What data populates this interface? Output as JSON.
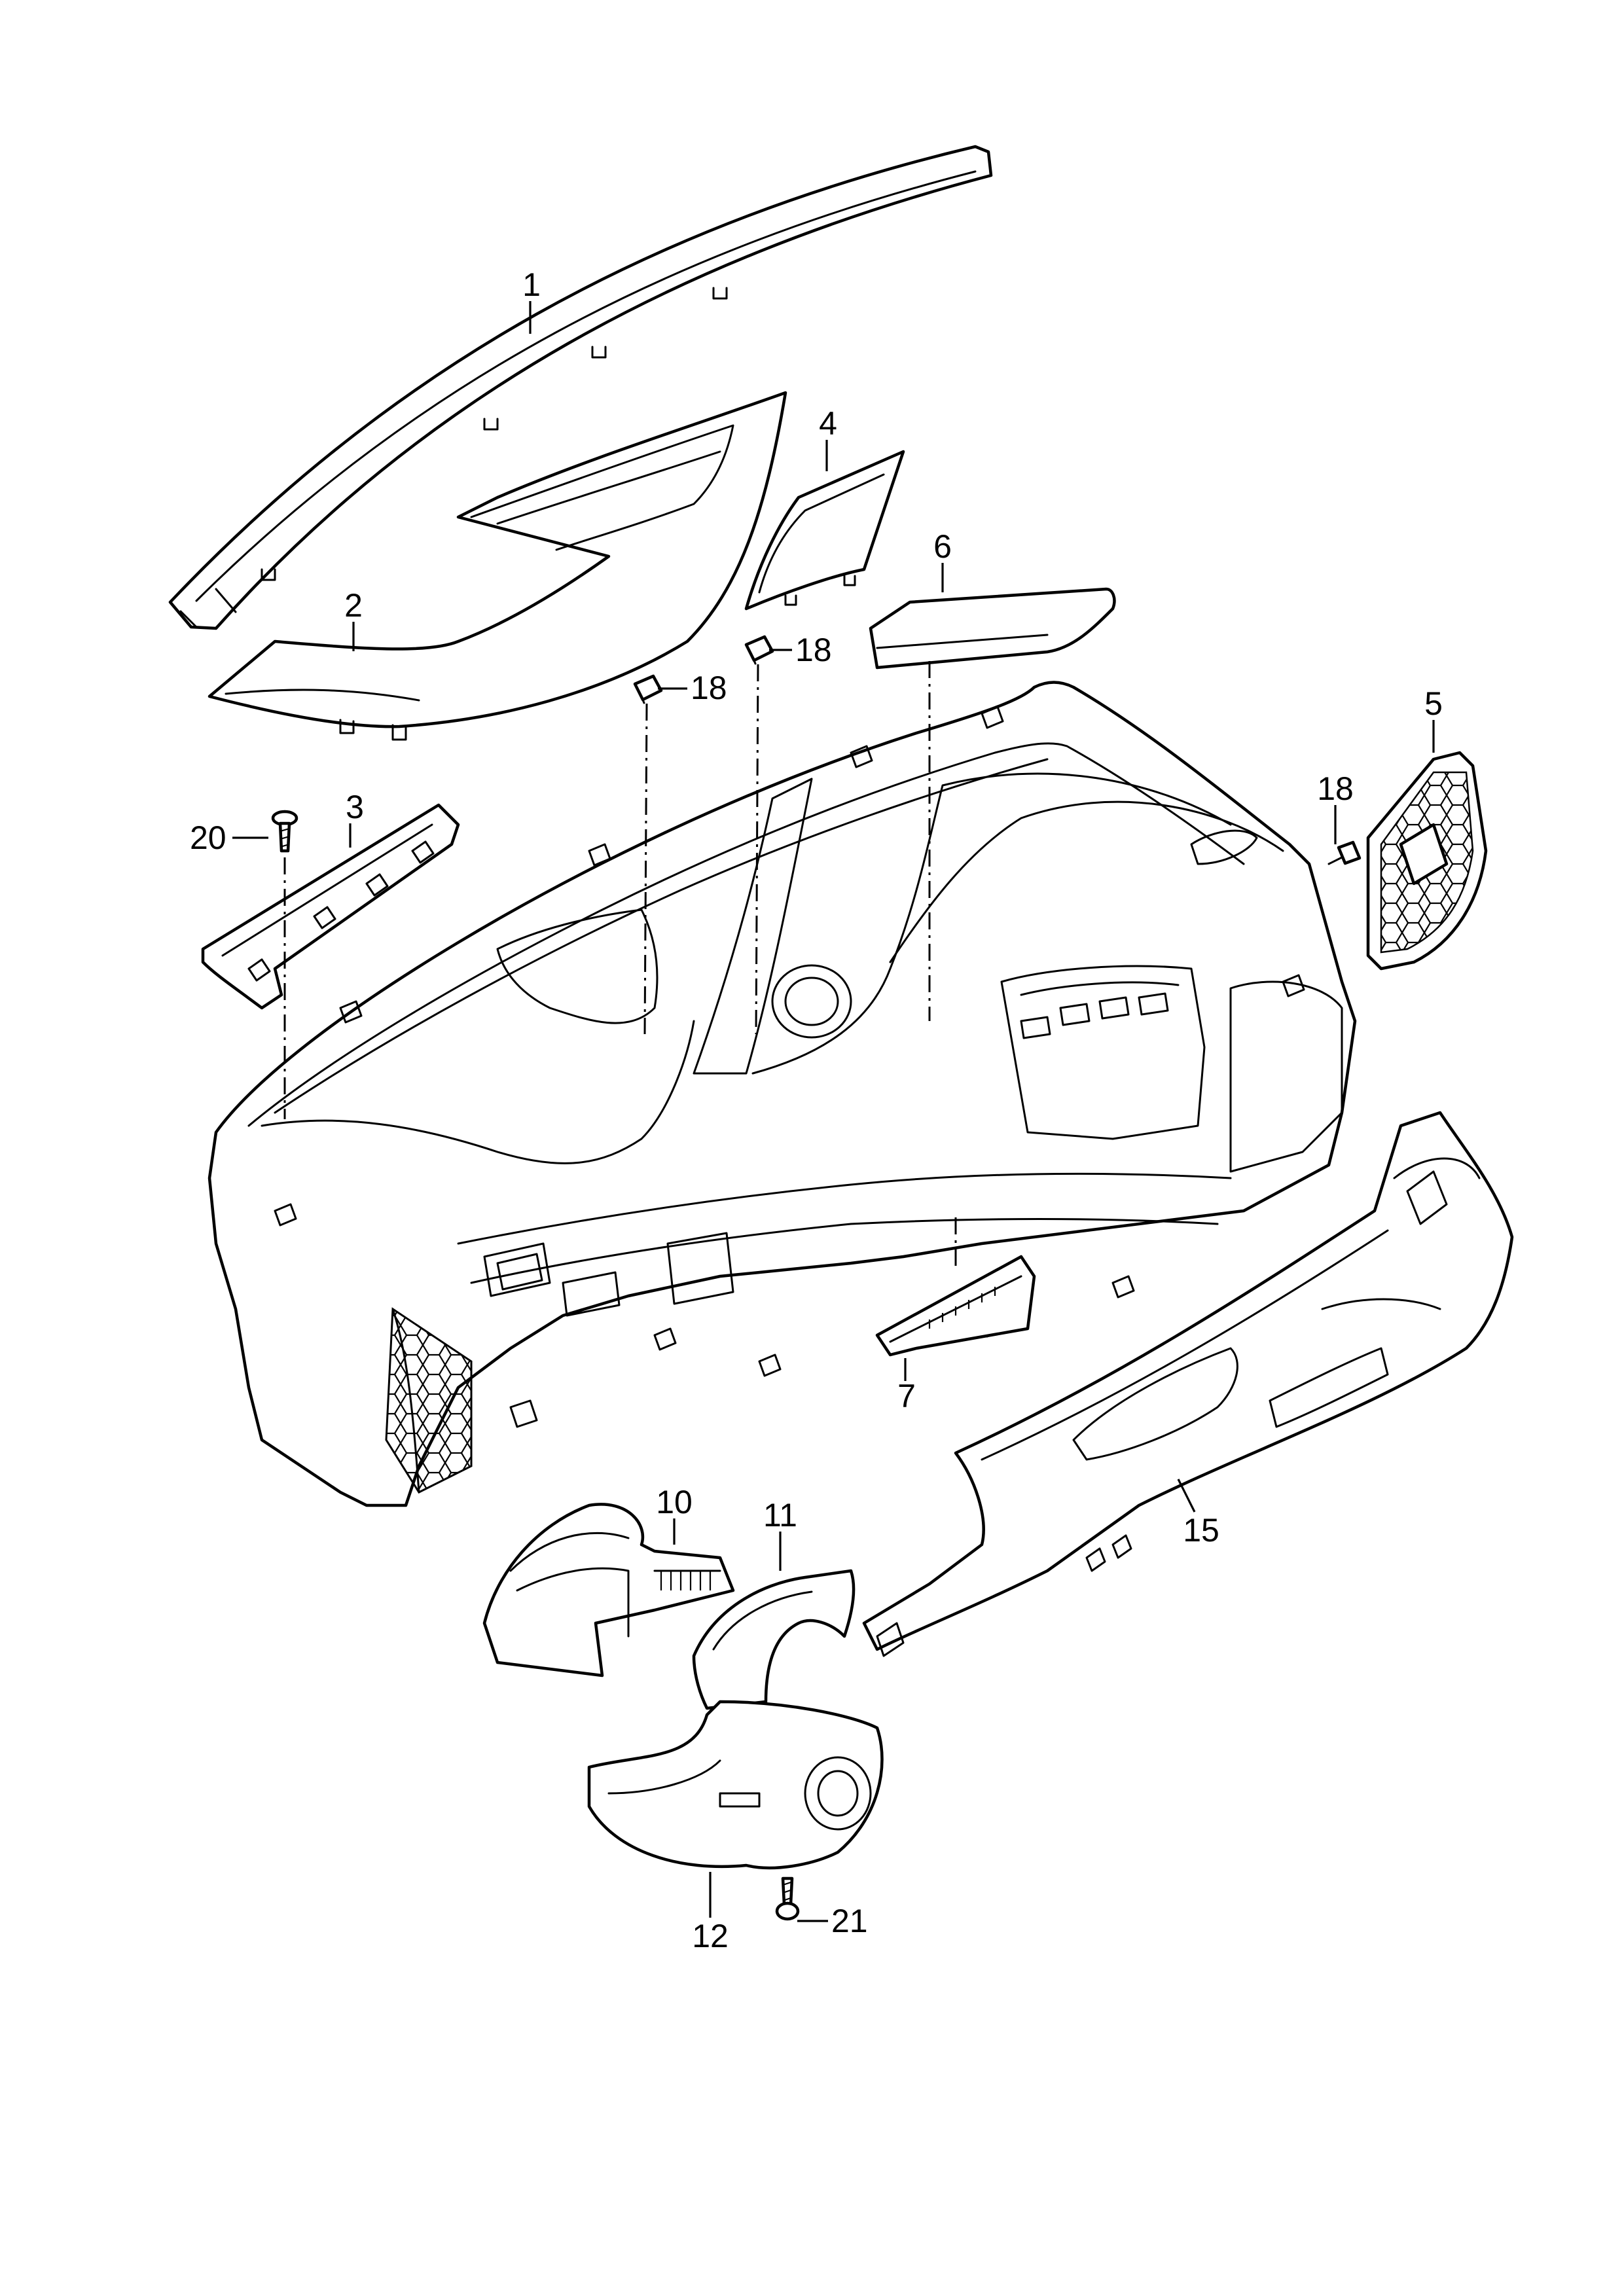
{
  "callouts": {
    "c1": "1",
    "c2": "2",
    "c3": "3",
    "c4": "4",
    "c5": "5",
    "c6": "6",
    "c7": "7",
    "c10": "10",
    "c11": "11",
    "c12": "12",
    "c15": "15",
    "c18a": "18",
    "c18b": "18",
    "c18c": "18",
    "c20": "20",
    "c21": "21"
  }
}
